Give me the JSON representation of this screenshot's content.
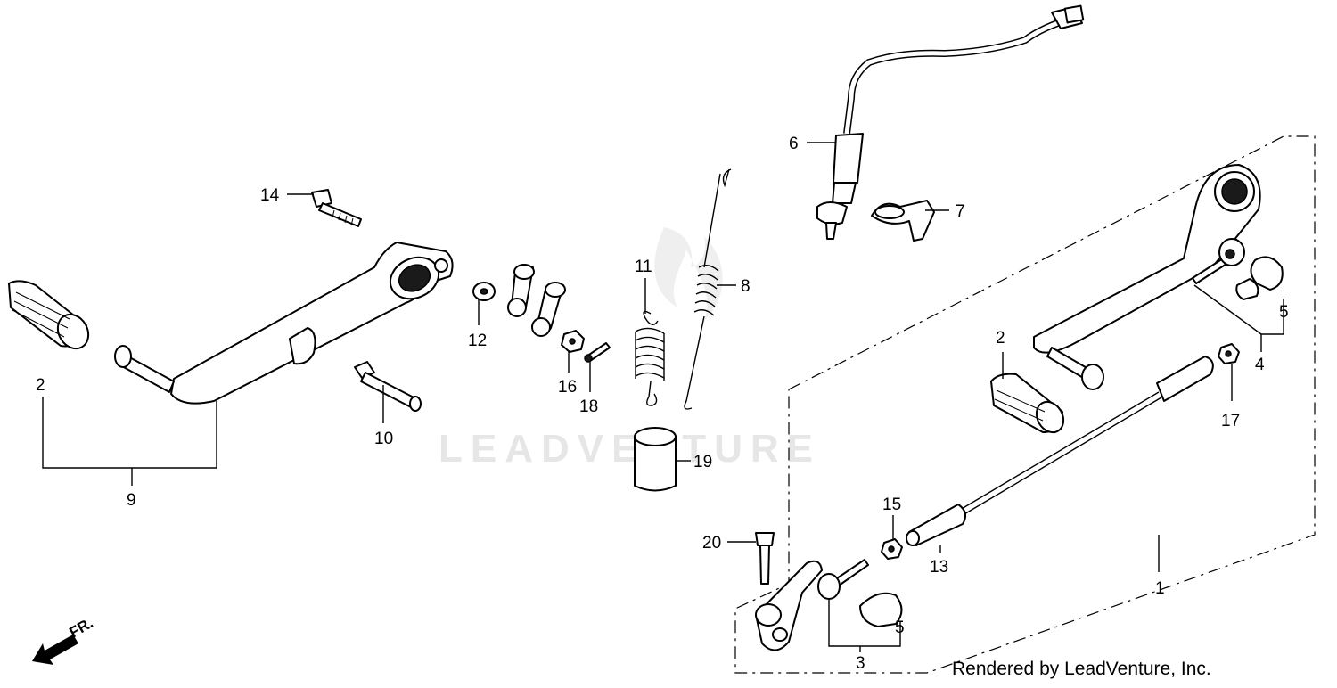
{
  "watermark": "LEADVENTURE",
  "credit": "Rendered by LeadVenture, Inc.",
  "direction_marker": "FR.",
  "callouts": [
    "1",
    "2",
    "2",
    "3",
    "4",
    "5",
    "5",
    "6",
    "7",
    "8",
    "9",
    "10",
    "11",
    "12",
    "13",
    "14",
    "15",
    "16",
    "17",
    "18",
    "19",
    "20"
  ]
}
